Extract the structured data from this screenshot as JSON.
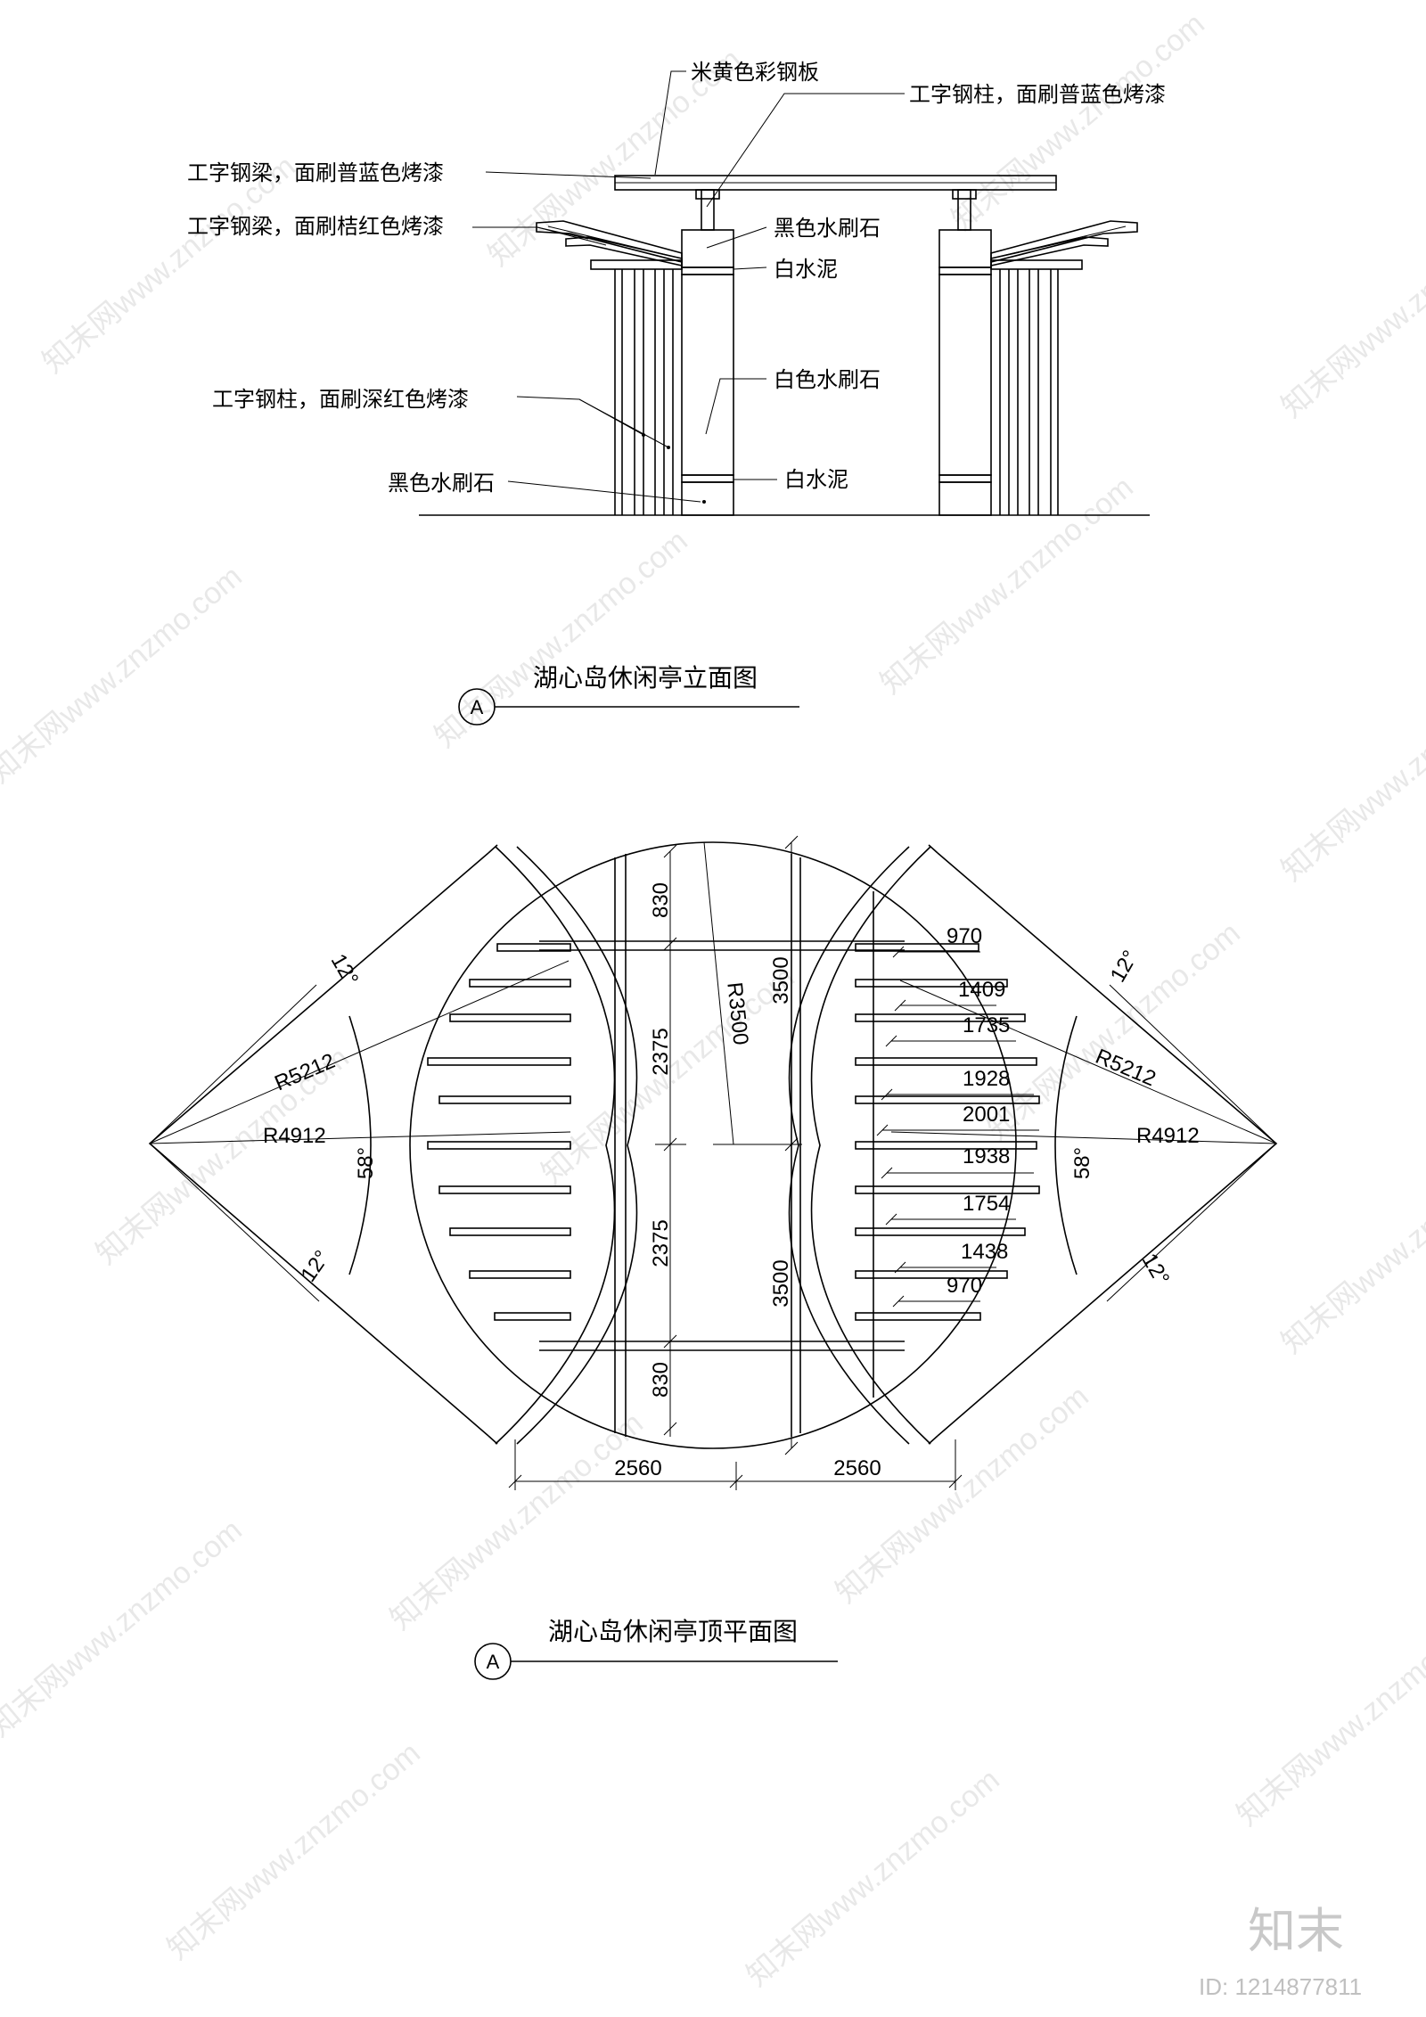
{
  "elevation": {
    "title": "湖心岛休闲亭立面图",
    "marker": "A",
    "labels": {
      "roof_panel": "米黄色彩钢板",
      "center_column": "工字钢柱，面刷普蓝色烤漆",
      "top_beam": "工字钢梁，面刷普蓝色烤漆",
      "side_beam": "工字钢梁，面刷桔红色烤漆",
      "cap_stone": "黑色水刷石",
      "cap_cement": "白水泥",
      "white_stone": "白色水刷石",
      "side_column": "工字钢柱，面刷深红色烤漆",
      "base_stone": "黑色水刷石",
      "base_cement": "白水泥"
    }
  },
  "plan": {
    "title": "湖心岛休闲亭顶平面图",
    "marker": "A",
    "dims": {
      "top_830": "830",
      "upper_2375": "2375",
      "lower_2375": "2375",
      "bottom_830": "830",
      "upper_3500": "3500",
      "lower_3500": "3500",
      "r3500": "R3500",
      "left_r5212": "R5212",
      "left_r4912": "R4912",
      "right_r5212": "R5212",
      "right_r4912": "R4912",
      "left_58": "58°",
      "right_58": "58°",
      "left_12_top": "12°",
      "left_12_bottom": "12°",
      "right_12_top": "12°",
      "right_12_bottom": "12°",
      "width_left": "2560",
      "width_right": "2560"
    },
    "slat_lengths": [
      "970",
      "1409",
      "1735",
      "1928",
      "2001",
      "1938",
      "1754",
      "1438",
      "970"
    ]
  },
  "watermark": {
    "text": "知末网www.znzmo.com",
    "logo": "知末",
    "id": "ID: 1214877811"
  }
}
